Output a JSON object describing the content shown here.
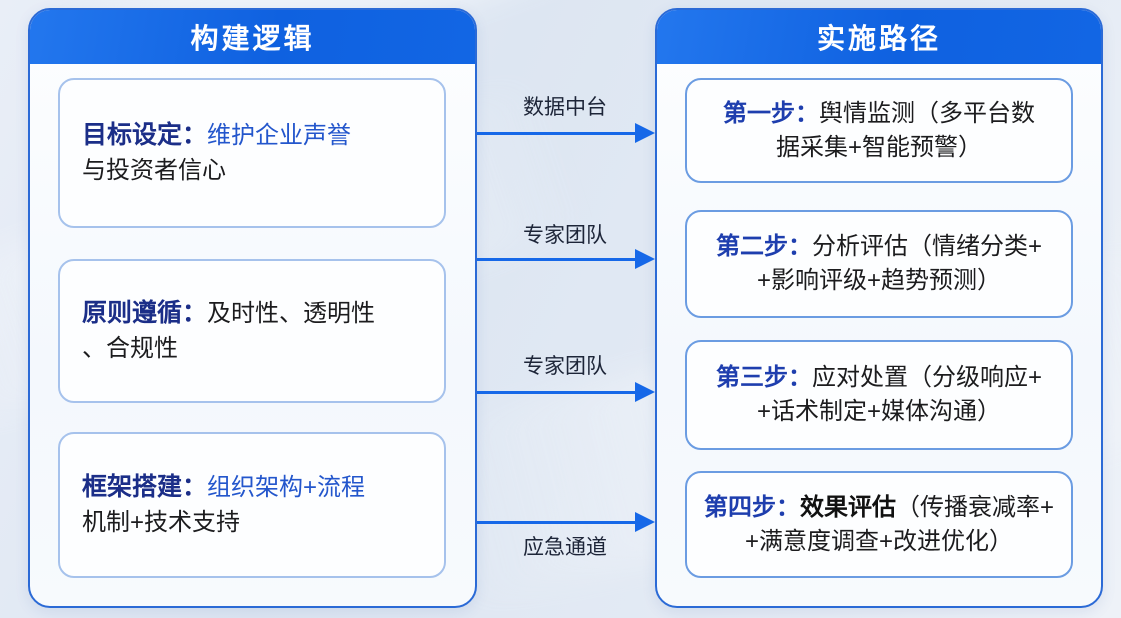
{
  "left_panel": {
    "title": "构建逻辑",
    "boxes": [
      {
        "label": "目标设定：",
        "highlight": "维护企业声誉",
        "rest": "\n与投资者信心"
      },
      {
        "label": "原则遵循：",
        "highlight": "",
        "rest": "及时性、透明性\n、合规性"
      },
      {
        "label": "框架搭建：",
        "highlight": "组织架构+流程",
        "rest": "\n机制+技术支持"
      }
    ]
  },
  "right_panel": {
    "title": "实施路径",
    "boxes": [
      {
        "label": "第一步：",
        "strong": "",
        "content": "舆情监测（多平台数\n据采集+智能预警）"
      },
      {
        "label": "第二步：",
        "strong": "",
        "content": "分析评估（情绪分类+\n+影响评级+趋势预测）"
      },
      {
        "label": "第三步：",
        "strong": "",
        "content": "应对处置（分级响应+\n+话术制定+媒体沟通）"
      },
      {
        "label": "第四步：",
        "strong": "效果评估",
        "content": "（传播衰减率+\n+满意度调查+改进优化）"
      }
    ]
  },
  "arrows": [
    {
      "label": "数据中台"
    },
    {
      "label": "专家团队"
    },
    {
      "label": "专家团队"
    },
    {
      "label": "应急通道"
    }
  ],
  "colors": {
    "header_blue": "#1266e4",
    "panel_border": "#2b6ad6",
    "left_box_border": "#a6c2ec",
    "right_box_border": "#6b9ce2",
    "navy_label": "#1b2e88",
    "step_label": "#1e3eae",
    "highlight_blue": "#2356cc",
    "arrow_blue": "#1668e8",
    "body_text": "#1c1c1e",
    "background": "#e2e9f4"
  }
}
